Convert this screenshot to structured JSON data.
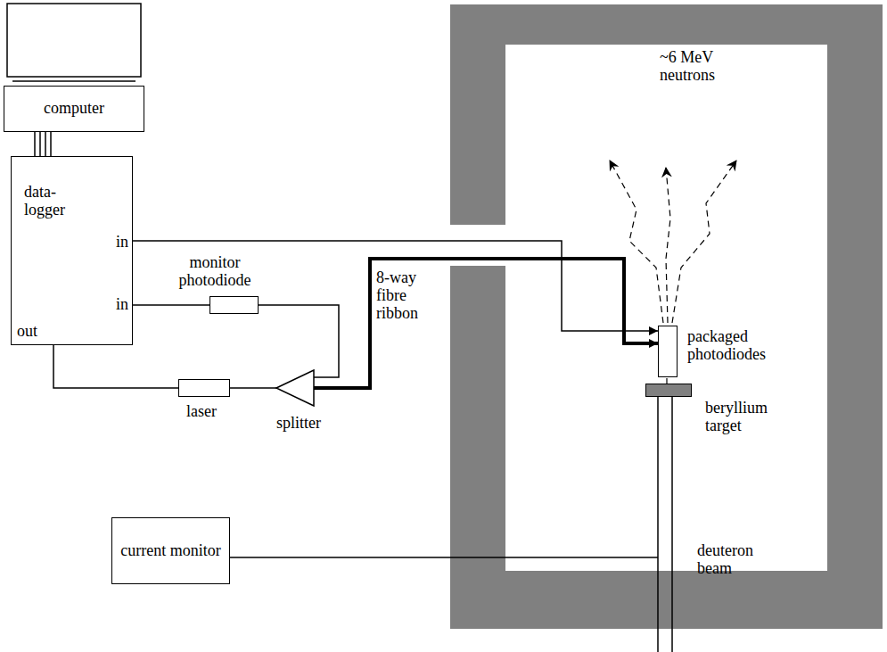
{
  "diagram": {
    "nodes": [
      {
        "text": [
          "computer"
        ]
      },
      {
        "text": [
          "data-logger",
          "in",
          "in",
          "out"
        ]
      },
      {
        "text": [
          "monitor photodiode"
        ]
      },
      {
        "text": [
          "laser"
        ]
      },
      {
        "text": [
          "splitter"
        ]
      },
      {
        "text": [
          "packaged photodiodes"
        ]
      },
      {
        "text": [
          "beryllium target"
        ]
      },
      {
        "text": [
          "current monitor"
        ]
      }
    ],
    "edges": [
      {
        "from": 0,
        "to": 1,
        "arrow": "none"
      },
      {
        "from": 1,
        "to": 3,
        "arrow": "none"
      },
      {
        "from": 3,
        "to": 4,
        "arrow": "none"
      },
      {
        "from": 4,
        "to": 2,
        "arrow": "none"
      },
      {
        "from": 2,
        "to": 1,
        "arrow": "none"
      },
      {
        "from": 4,
        "to": 5,
        "label": "8-way fibre ribbon",
        "arrow": "to"
      },
      {
        "from": 1,
        "to": 5,
        "arrow": "to"
      }
    ],
    "labels": [
      "~6 MeV neutrons",
      "deuteron beam"
    ]
  }
}
